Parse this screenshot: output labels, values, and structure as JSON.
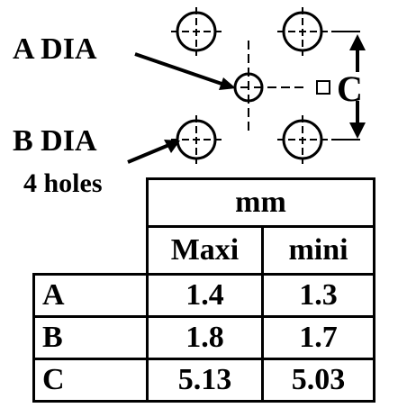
{
  "labels": {
    "a_dia": "A DIA",
    "b_dia": "B DIA",
    "holes": "4 holes",
    "c": "C"
  },
  "table": {
    "unit": "mm",
    "columns": [
      "Maxi",
      "mini"
    ],
    "rows": [
      {
        "label": "A",
        "maxi": "1.4",
        "mini": "1.3"
      },
      {
        "label": "B",
        "maxi": "1.8",
        "mini": "1.7"
      },
      {
        "label": "C",
        "maxi": "5.13",
        "mini": "5.03"
      }
    ]
  }
}
